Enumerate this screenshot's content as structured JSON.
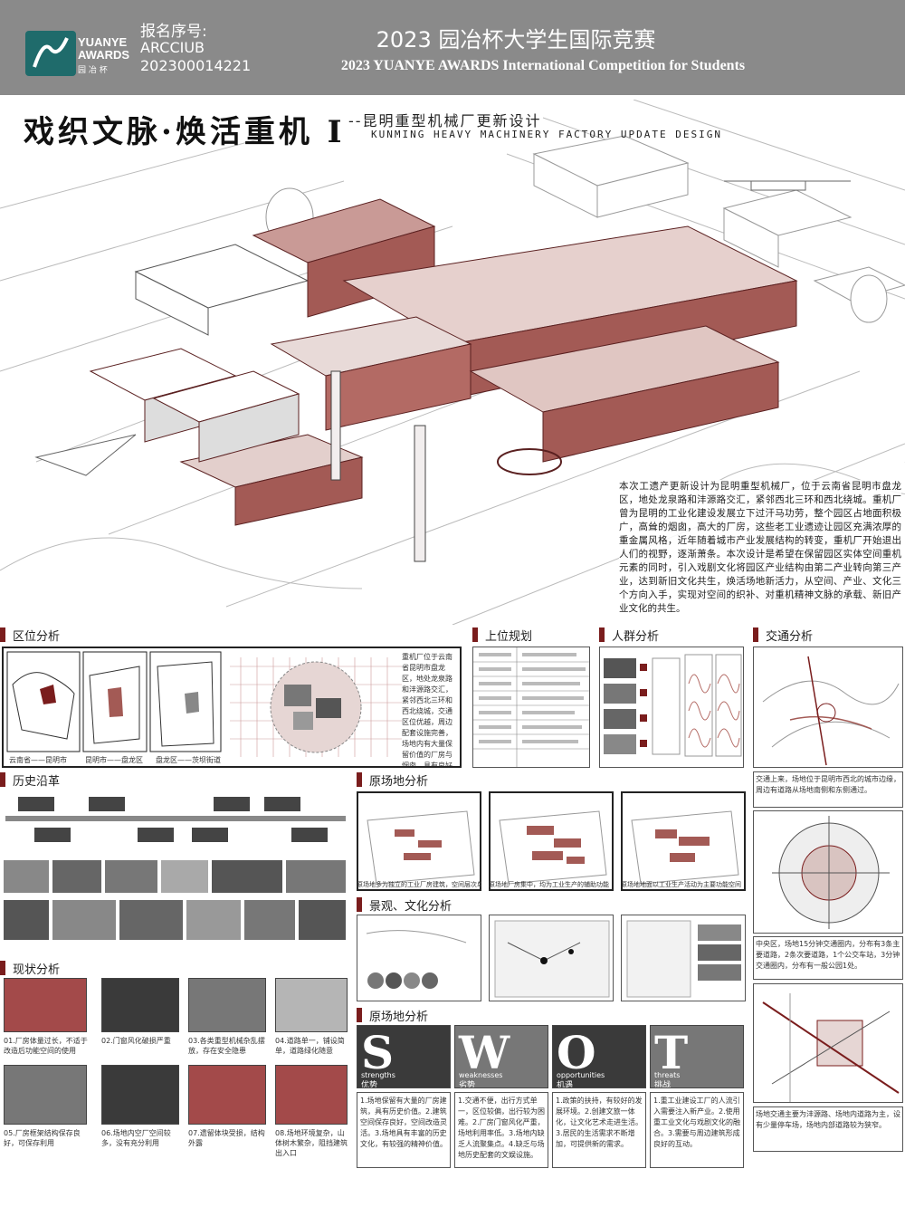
{
  "header": {
    "logo_line1": "YUANYE",
    "logo_line2": "AWARDS",
    "logo_sub": "园 冶 杯",
    "reg_label": "报名序号:",
    "reg_code": "ARCCIUB",
    "reg_num": "202300014221",
    "title_cn": "2023 园冶杯大学生国际竞赛",
    "title_en": "2023 YUANYE AWARDS International Competition for  Students"
  },
  "project": {
    "title": "戏织文脉·焕活重机 I",
    "subtitle_cn": "--昆明重型机械厂更新设计",
    "subtitle_en": "KUNMING HEAVY MACHINERY FACTORY UPDATE DESIGN"
  },
  "intro": "本次工遗产更新设计为昆明重型机械厂，位于云南省昆明市盘龙区，地处龙泉路和沣源路交汇，紧邻西北三环和西北绕城。重机厂曾为昆明的工业化建设发展立下过汗马功劳，整个园区占地面积极广，高耸的烟囱，高大的厂房，这些老工业遗迹让园区充满浓厚的重金属风格，近年随着城市产业发展结构的转变，重机厂开始退出人们的视野，逐渐萧条。本次设计是希望在保留园区实体空间重机元素的同时，引入戏剧文化将园区产业结构由第二产业转向第三产业，达到新旧文化共生，焕活场地新活力，从空间、产业、文化三个方向入手，实现对空间的织补、对重机精神文脉的承载、新旧产业文化的共生。",
  "sections": {
    "location": "区位分析",
    "planning": "上位规划",
    "crowd": "人群分析",
    "traffic": "交通分析",
    "history": "历史沿革",
    "site": "原场地分析",
    "landscape": "景观、文化分析",
    "status": "现状分析",
    "site2": "原场地分析"
  },
  "location_captions": [
    "云南省——昆明市",
    "昆明市——盘龙区",
    "盘龙区——茨坝街道"
  ],
  "location_note": "重机厂位于云南省昆明市盘龙区，地处龙泉路和沣源路交汇，紧邻西北三环和西北绕城，交通区位优越，周边配套设施完善，场地内有大量保留价值的厂房与烟囱，具有良好的更新潜力。",
  "status_captions": [
    "01.厂房体量过长，不适于改造后功能空间的使用",
    "02.门窗风化破损严重",
    "03.各类重型机械杂乱摆放，存在安全隐患",
    "04.道路单一，铺设简单，道路绿化随意",
    "05.厂房框架结构保存良好，可保存利用",
    "06.场地内空厂空间较多，没有充分利用",
    "07.遗留体块受损，结构外露",
    "08.场地环境复杂，山体树木繁杂，阻挡建筑出入口"
  ],
  "site_captions": [
    "原场地多为独立的工业厂房建筑，空间层次单一",
    "原场地厂房集中，均为工业生产的辅助功能",
    "原场地地面以工业生产活动为主要功能空间"
  ],
  "swot": [
    {
      "letter": "S",
      "word": "strengths",
      "cn": "优势"
    },
    {
      "letter": "W",
      "word": "weaknesses",
      "cn": "劣势"
    },
    {
      "letter": "O",
      "word": "opportunities",
      "cn": "机遇"
    },
    {
      "letter": "T",
      "word": "threats",
      "cn": "挑战"
    }
  ],
  "swot_notes": [
    "1.场地保留有大量的厂房建筑，具有历史价值。2.建筑空间保存良好，空间改造灵活。3.场地具有丰富的历史文化，有较强的精神价值。",
    "1.交通不便，出行方式单一，区位较偏，出行较为困难。2.厂房门窗风化严重，场地利用率低。3.场地内缺乏人流聚集点。4.缺乏与场地历史配套的文娱设施。",
    "1.政策的扶持，有较好的发展环境。2.创建文旅一体化，让文化艺术走进生活。3.居民的生活需求不断增加，可提供新的需求。",
    "1.重工业建设工厂的人流引入需要注入新产业。2.使用重工业文化与戏剧文化的融合。3.需要与周边建筑形成良好的互动。"
  ],
  "traffic_notes": [
    "交通上来，场地位于昆明市西北的城市边缘，周边有道路从场地南侧和东侧通过。",
    "中央区，场地15分钟交通圈内，分布有3条主要道路，2条次要道路，1个公交车站，3分钟交通圈内，分布有一般公园1处。",
    "场地交通主要为沣源路、场地内道路为主，设有少量停车场，场地内部道路较为狭窄。"
  ],
  "colors": {
    "accent": "#7a1d1d",
    "building": "#a35a55",
    "header": "#8a8a8a"
  }
}
